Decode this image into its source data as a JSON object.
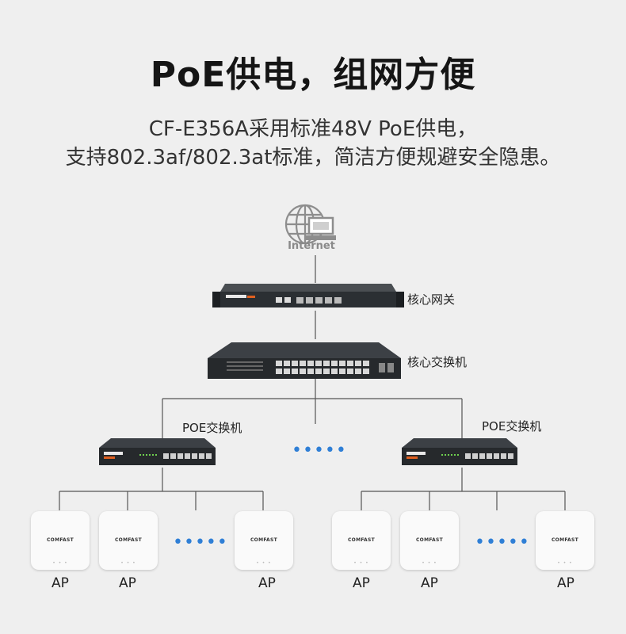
{
  "header": {
    "title": "PoE供电，组网方便",
    "subtitle_line1": "CF-E356A采用标准48V PoE供电，",
    "subtitle_line2": "支持802.3af/802.3at标准，简洁方便规避安全隐患。"
  },
  "diagram": {
    "internet_label": "Internet",
    "gateway_label": "核心网关",
    "core_switch_label": "核心交换机",
    "poe_switch_left_label": "POE交换机",
    "poe_switch_right_label": "POE交换机",
    "ap_label": "AP",
    "ap_brand": "COMFAST",
    "device_brand": "COMFAST",
    "ellipsis": "•••••"
  },
  "colors": {
    "accent_dots": "#2f7fd6",
    "device_body": "#2b2f33",
    "background": "#efefef"
  }
}
